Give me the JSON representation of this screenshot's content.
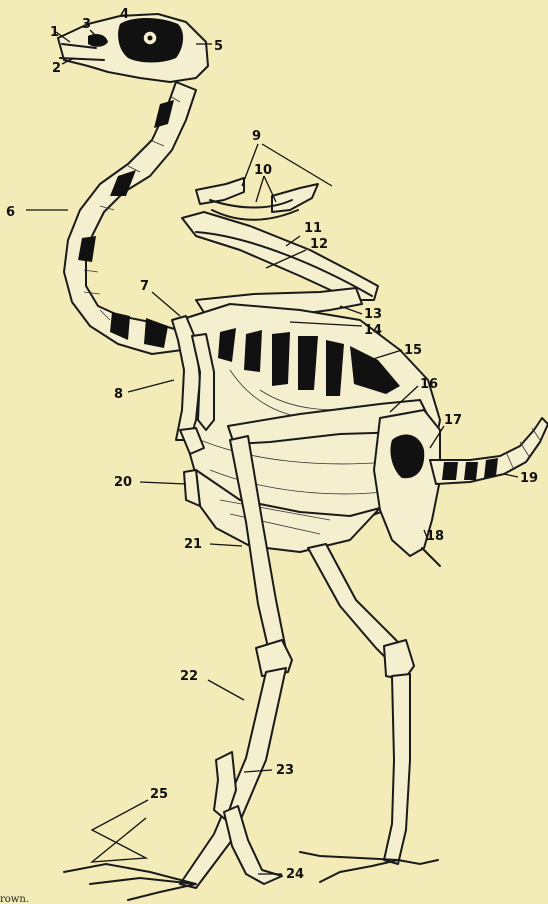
{
  "labels": [
    "1",
    "2",
    "3",
    "4",
    "5",
    "6",
    "7",
    "8",
    "9",
    "10",
    "11",
    "12",
    "13",
    "14",
    "15",
    "16",
    "17",
    "18",
    "19",
    "20",
    "21",
    "22",
    "23",
    "24",
    "25"
  ],
  "credit": "rown.",
  "colors": {
    "background": "#f3ecb8",
    "ink": "#111111",
    "bone": "#f4efcf"
  }
}
